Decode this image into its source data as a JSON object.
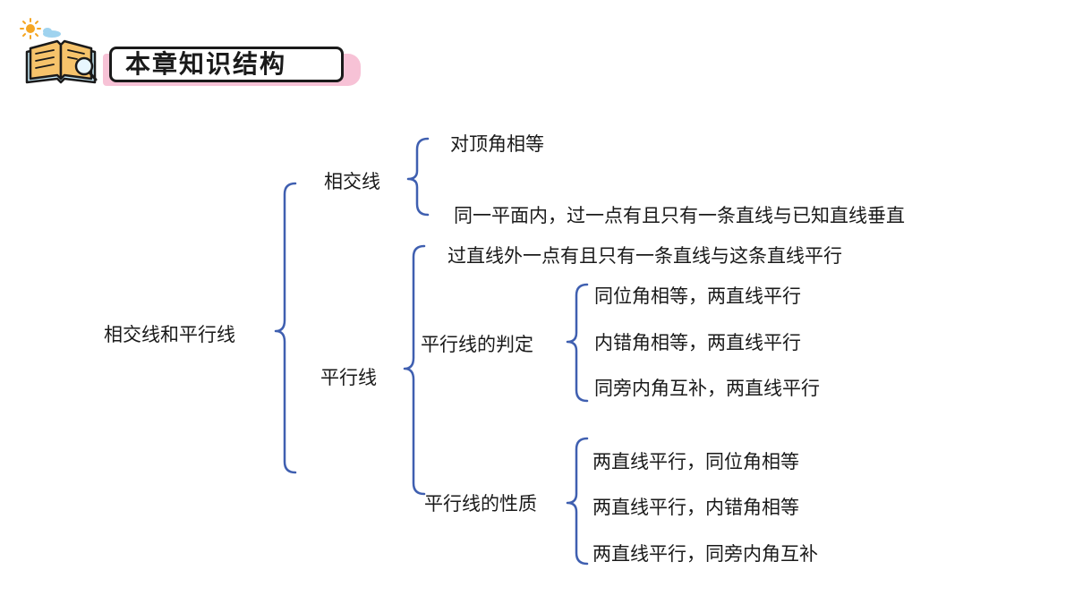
{
  "header": {
    "title": "本章知识结构",
    "book_icon": "open-book-with-magnifier-icon",
    "sun_icon": "sun-icon",
    "cloud_icon": "cloud-icon"
  },
  "colors": {
    "brace": "#3f5fb0",
    "title_band": "#f7c2d6",
    "text": "#1a1a1a"
  },
  "mindmap": {
    "root": "相交线和平行线",
    "intersecting": {
      "label": "相交线",
      "items": [
        "对顶角相等",
        "同一平面内，过一点有且只有一条直线与已知直线垂直"
      ]
    },
    "parallel": {
      "label": "平行线",
      "axiom": "过直线外一点有且只有一条直线与这条直线平行",
      "criteria": {
        "label": "平行线的判定",
        "items": [
          "同位角相等，两直线平行",
          "内错角相等，两直线平行",
          "同旁内角互补，两直线平行"
        ]
      },
      "properties": {
        "label": "平行线的性质",
        "items": [
          "两直线平行，同位角相等",
          "两直线平行，内错角相等",
          "两直线平行，同旁内角互补"
        ]
      }
    }
  }
}
